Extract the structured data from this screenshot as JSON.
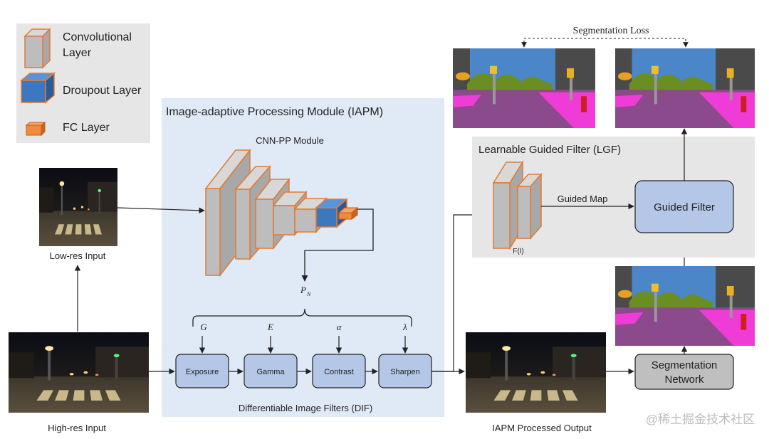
{
  "legend": {
    "conv_label_line1": "Convolutional",
    "conv_label_line2": "Layer",
    "dropout_label": "Droupout Layer",
    "fc_label": "FC Layer"
  },
  "iapm": {
    "title": "Image-adaptive Processing Module (IAPM)",
    "cnn_title": "CNN-PP Module",
    "pn_label": "P",
    "pn_sub": "N",
    "params": [
      "G",
      "E",
      "α",
      "λ"
    ],
    "filters": [
      "Exposure",
      "Gamma",
      "Contrast",
      "Sharpen"
    ],
    "dif_title": "Differentiable Image Filters (DIF)"
  },
  "lgf": {
    "title": "Learnable Guided Filter (LGF)",
    "guided_map_label": "Guided Map",
    "fi_label": "F(I)",
    "guided_filter_label": "Guided Filter"
  },
  "labels": {
    "low_res": "Low-res Input",
    "high_res": "High-res Input",
    "iapm_output": "IAPM Processed Output",
    "seg_loss": "Segmentation Loss",
    "seg_net_line1": "Segmentation",
    "seg_net_line2": "Network",
    "watermark": "@稀土掘金技术社区"
  },
  "colors": {
    "conv_face": "#bdbdbd",
    "conv_edge": "#e07a35",
    "dropout": "#3c78c0",
    "fc": "#f08a3c",
    "iapm_bg": "#dfeaf6",
    "lgf_bg": "#e6e6e6",
    "legend_bg": "#e6e6e6",
    "filter_box": "#b4c7e7",
    "seg_sky": "#4a86c8",
    "seg_road": "#8a4a8c",
    "seg_sidewalk": "#f03cd6",
    "seg_building": "#4a4a4a",
    "seg_vegetation": "#6b8e23"
  }
}
